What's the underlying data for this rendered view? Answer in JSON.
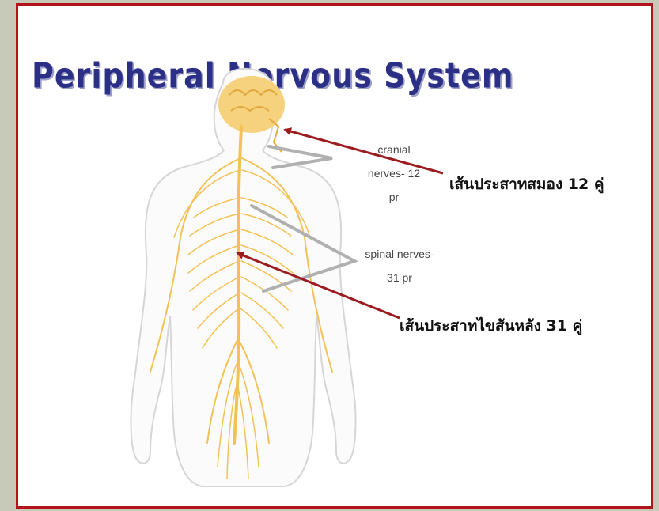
{
  "slide": {
    "title": "Peripheral Nervous System",
    "labels": {
      "cranial_line1": "cranial",
      "cranial_line2": "nerves- 12",
      "cranial_line3": "pr",
      "spinal_line1": "spinal nerves-",
      "spinal_line2": "31 pr",
      "cranial_thai": "เส้นประสาทสมอง 12 คู่",
      "spinal_thai": "เส้นประสาทไขสันหลัง 31 คู่"
    },
    "colors": {
      "background": "#c7cab8",
      "frame": "#b5121b",
      "title": "#2b2f86",
      "nerves": "#f3c155",
      "arrows": "#9b1b1f",
      "pointer_lines": "#b0b0b0",
      "body_outline": "#d6d6d6"
    }
  }
}
